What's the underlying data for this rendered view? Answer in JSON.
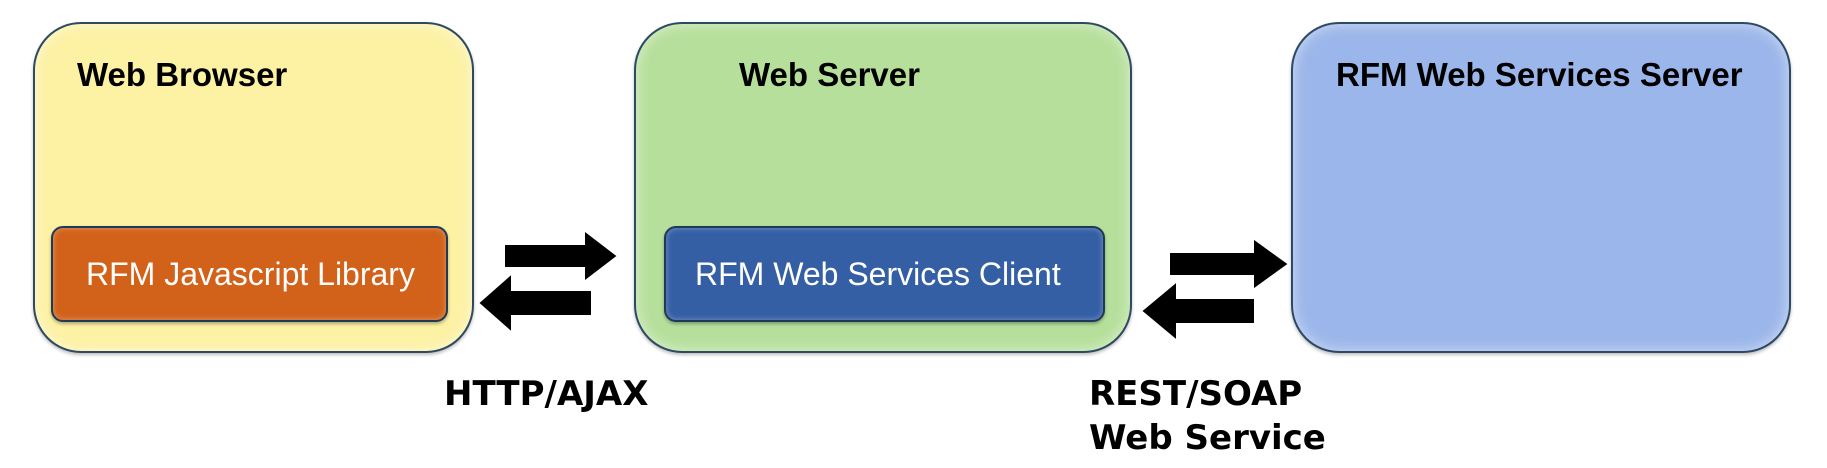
{
  "colors": {
    "browser_fill": "#fdf1a4",
    "server_fill": "#b6df9b",
    "rfm_server_fill": "#9bb6ea",
    "js_library_fill": "#d2621a",
    "ws_client_fill": "#355fa5",
    "arrow": "#000000"
  },
  "nodes": {
    "web_browser": {
      "title": "Web Browser",
      "component": "RFM Javascript Library"
    },
    "web_server": {
      "title": "Web Server",
      "component": "RFM Web Services Client"
    },
    "rfm_server": {
      "title": "RFM Web Services Server"
    }
  },
  "connections": {
    "browser_to_server": {
      "label": "HTTP/AJAX"
    },
    "server_to_rfm": {
      "label_line1": "REST/SOAP",
      "label_line2": "Web Service"
    }
  }
}
